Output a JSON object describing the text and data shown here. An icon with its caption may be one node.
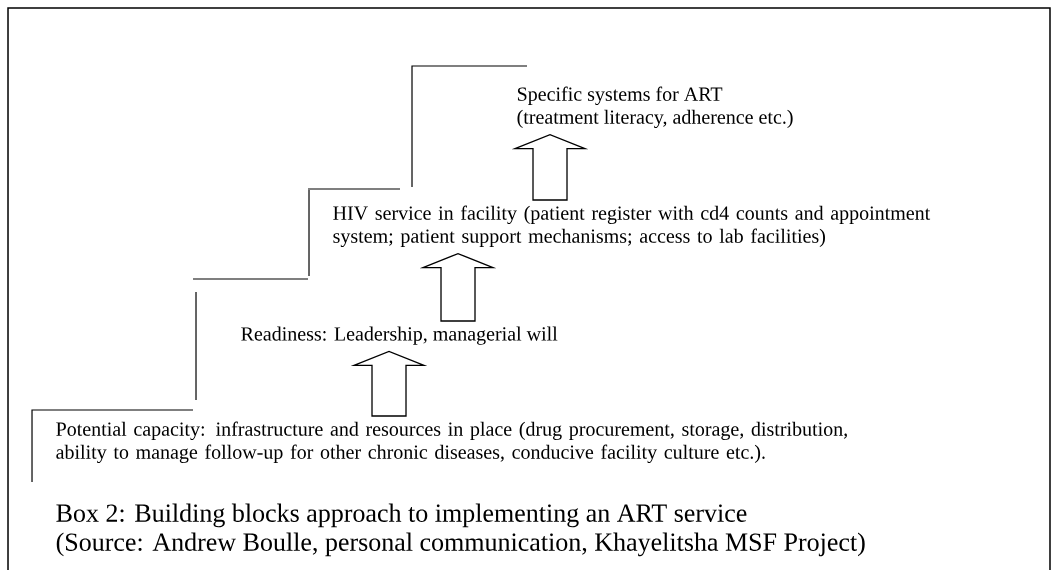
{
  "diagram": {
    "caption": "Box 2: Building blocks approach to implementing an ART service",
    "nodes": [
      {
        "text": [
          "Specific systems for ART",
          "(treatment literacy, adherence etc.)"
        ]
      },
      {
        "text": [
          "HIV service in facility (patient register with cd4 counts and appointment system; patient support mechanisms; access to lab facilities)"
        ]
      },
      {
        "text": [
          "Readiness: Leadership, managerial will"
        ]
      },
      {
        "text": [
          "Potential capacity: infrastructure and resources in place (drug procurement, storage, distribution, ability to manage follow-up for other chronic diseases, conducive facility culture etc.)."
        ]
      }
    ],
    "edges": [
      {
        "from": 1,
        "to": 0,
        "arrow": "to"
      },
      {
        "from": 2,
        "to": 1,
        "arrow": "to"
      },
      {
        "from": 3,
        "to": 2,
        "arrow": "to"
      }
    ],
    "labels": [
      "(Source: Andrew Boulle, personal communication, Khayelitsha MSF Project)"
    ]
  }
}
